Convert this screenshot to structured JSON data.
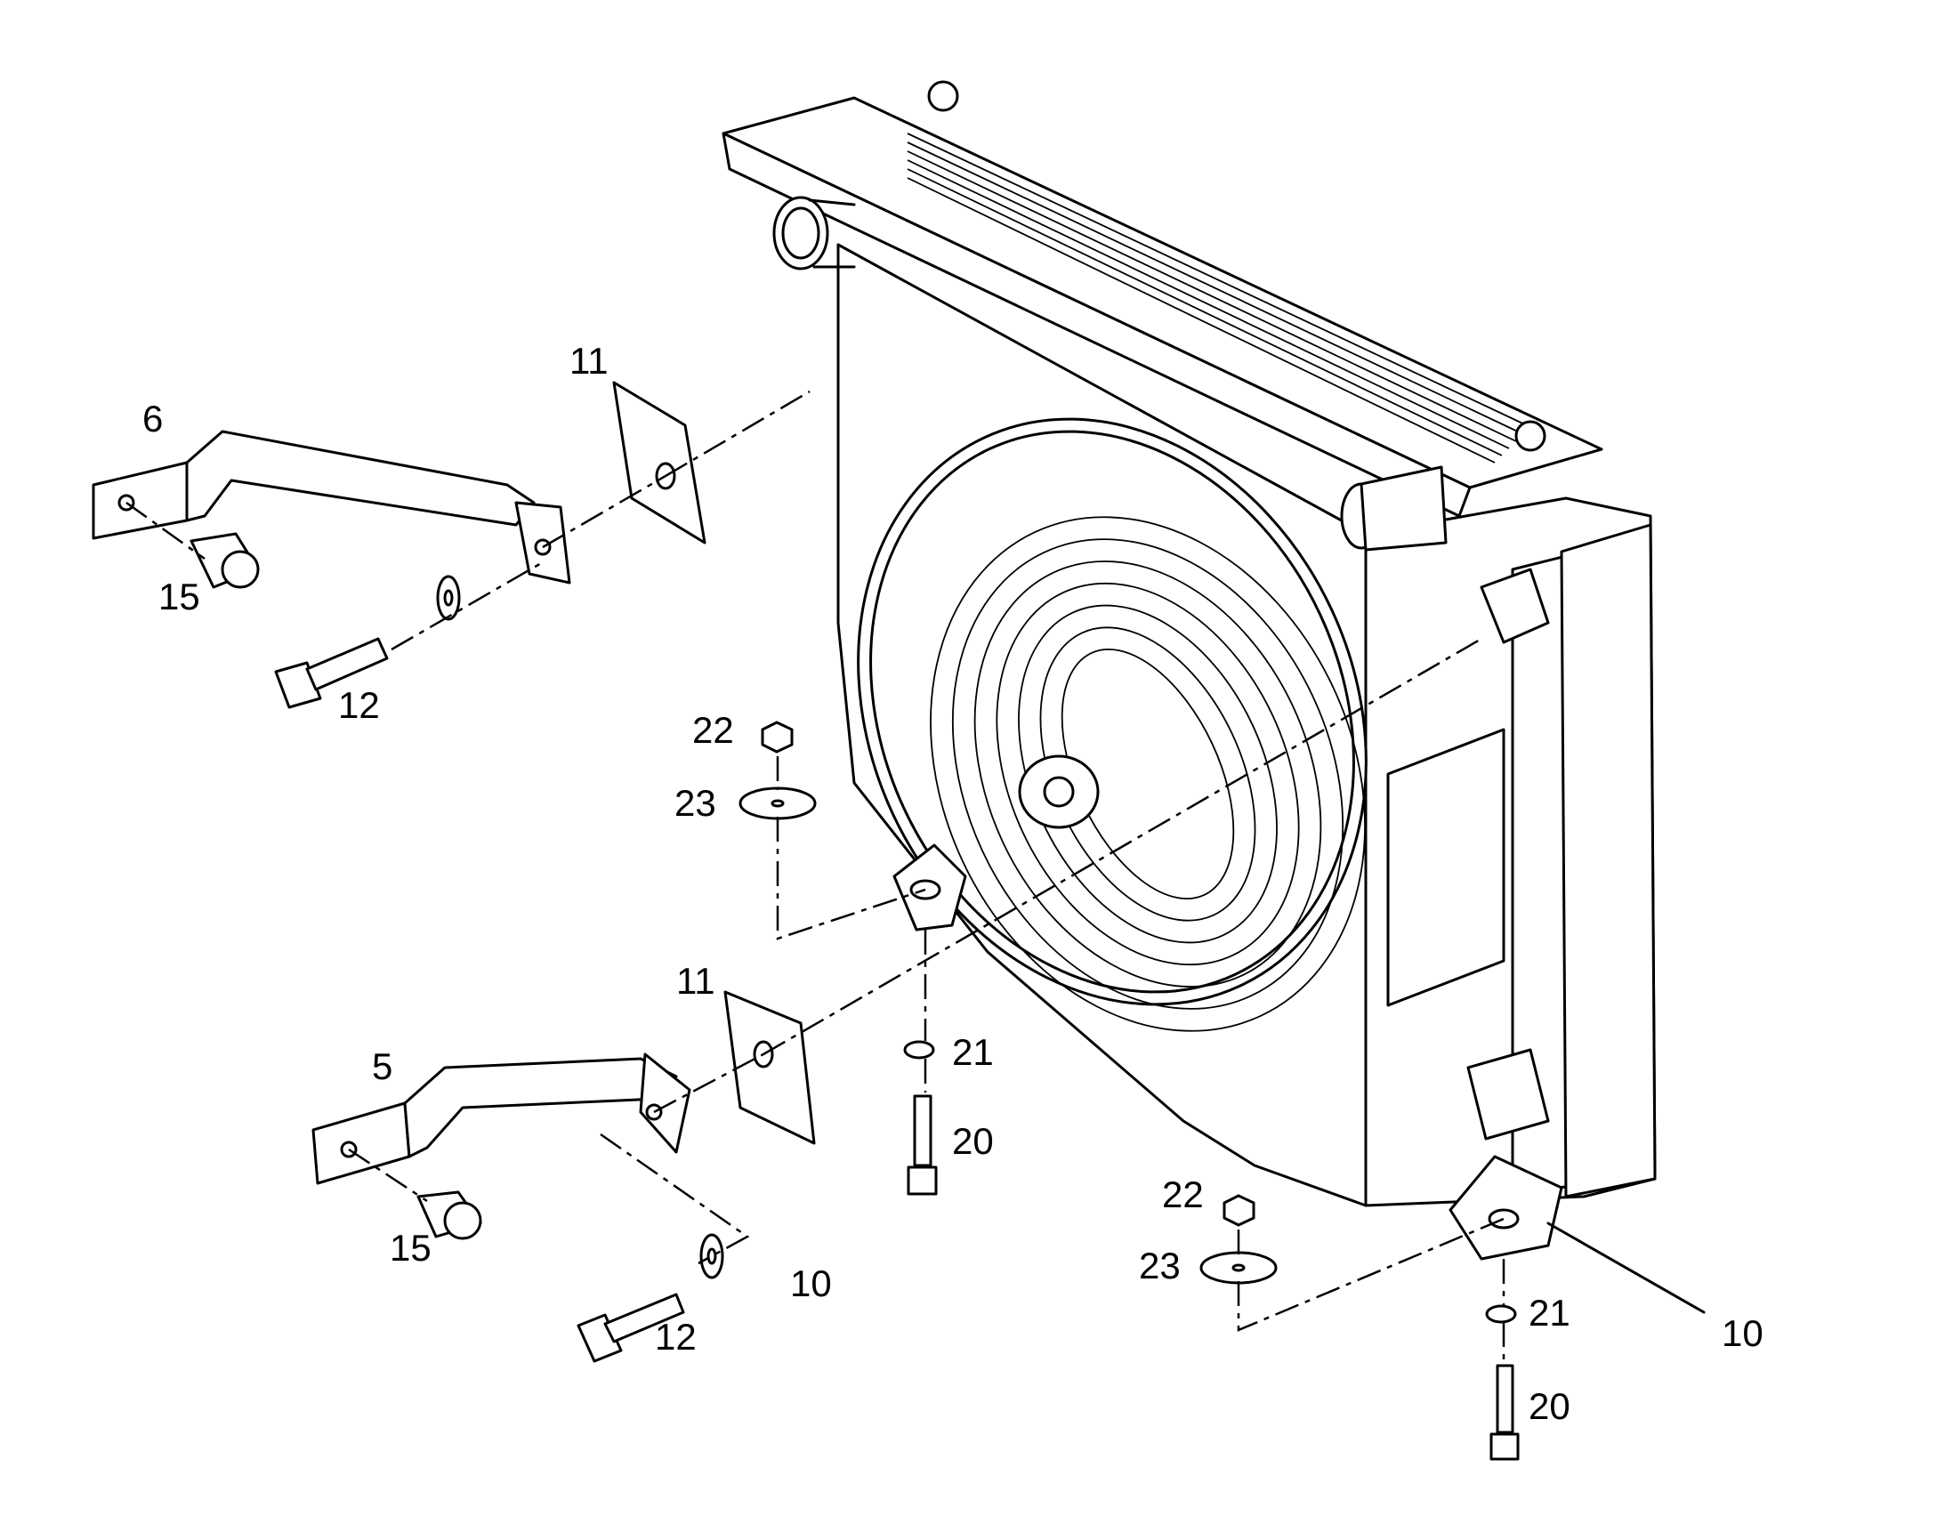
{
  "callouts": {
    "c6": "6",
    "c11_top": "11",
    "c15_top": "15",
    "c12_top": "12",
    "c22_left": "22",
    "c23_left": "23",
    "c11_bottom": "11",
    "c5": "5",
    "c21_left": "21",
    "c20_left": "20",
    "c15_bottom": "15",
    "c10_left": "10",
    "c12_bottom": "12",
    "c22_right": "22",
    "c23_right": "23",
    "c21_right": "21",
    "c10_right": "10",
    "c20_right": "20"
  }
}
